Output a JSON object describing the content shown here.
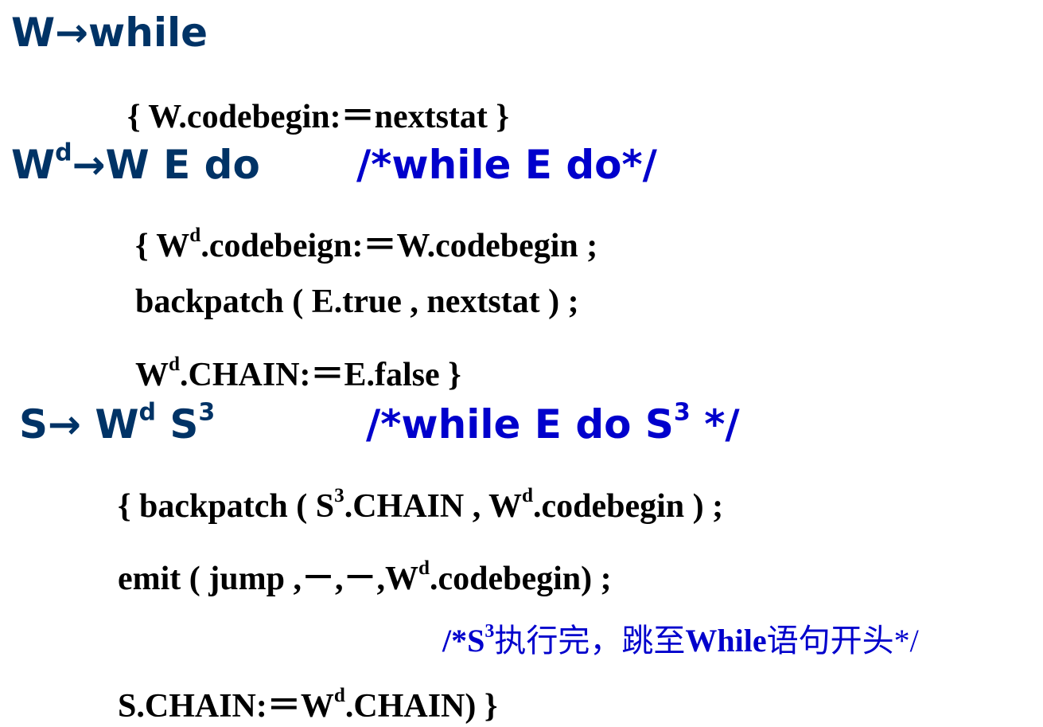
{
  "rule1": {
    "text": "W→while"
  },
  "rule1_action": {
    "text": "{ W.codebegin:＝nextstat }"
  },
  "rule2": {
    "lhs": "W",
    "lhs_sup": "d",
    "rhs": "→W E do",
    "comment": "/*while E do*/"
  },
  "rule2_action": {
    "l1_a": "{ W",
    "l1_sup": "d",
    "l1_b": ".codebeign:＝W.codebegin ;",
    "l2": "backpatch ( E.true , nextstat ) ;",
    "l3_a": "W",
    "l3_sup": "d",
    "l3_b": ".CHAIN:＝E.false }"
  },
  "rule3": {
    "a": "S→ W",
    "sup_d": "d",
    "b": " S",
    "sup_3": "3",
    "comment_a": "/*while E do S",
    "comment_sup": "3",
    "comment_b": " */"
  },
  "rule3_action": {
    "l1_a": "{ backpatch ( S",
    "l1_sup3": "3",
    "l1_b": ".CHAIN , W",
    "l1_supd": "d",
    "l1_c": ".codebegin ) ;",
    "l2_a": "emit ( jump ,－,－,W",
    "l2_sup": "d",
    "l2_b": ".codebegin) ;",
    "note_a": "/*S",
    "note_sup": "3",
    "note_b": "执行完，跳至",
    "note_bold": "While",
    "note_c": "语句开头*/",
    "l4_a": "S.CHAIN:＝W",
    "l4_sup": "d",
    "l4_b": ".CHAIN) }"
  }
}
